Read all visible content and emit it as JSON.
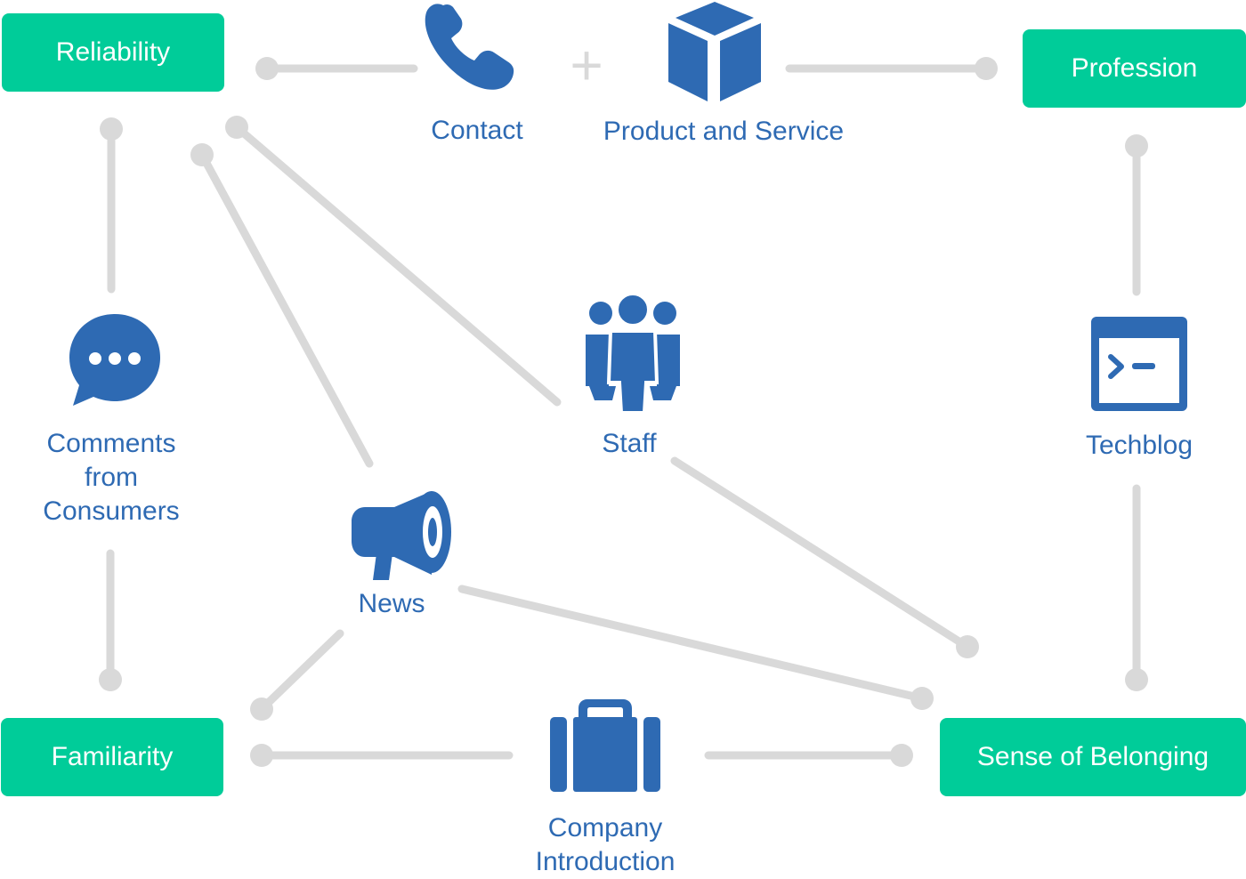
{
  "colors": {
    "box_fill": "#00cc99",
    "box_text": "#ffffff",
    "label_text": "#2e6ab3",
    "icon_fill": "#2e6ab3",
    "connector": "#d9d9d9"
  },
  "boxes": {
    "reliability": "Reliability",
    "profession": "Profession",
    "familiarity": "Familiarity",
    "sense_of_belonging": "Sense of Belonging"
  },
  "nodes": {
    "contact": {
      "label": "Contact",
      "icon": "phone-icon"
    },
    "product_and_service": {
      "label": "Product and Service",
      "icon": "box-icon"
    },
    "comments_from_consumers": {
      "label_lines": [
        "Comments",
        "from",
        "Consumers"
      ],
      "icon": "chat-bubble-icon"
    },
    "staff": {
      "label": "Staff",
      "icon": "people-icon"
    },
    "techblog": {
      "label": "Techblog",
      "icon": "terminal-icon"
    },
    "news": {
      "label": "News",
      "icon": "megaphone-icon"
    },
    "company_introduction": {
      "label_lines": [
        "Company",
        "Introduction"
      ],
      "icon": "briefcase-icon"
    }
  },
  "plus_sign": "+"
}
